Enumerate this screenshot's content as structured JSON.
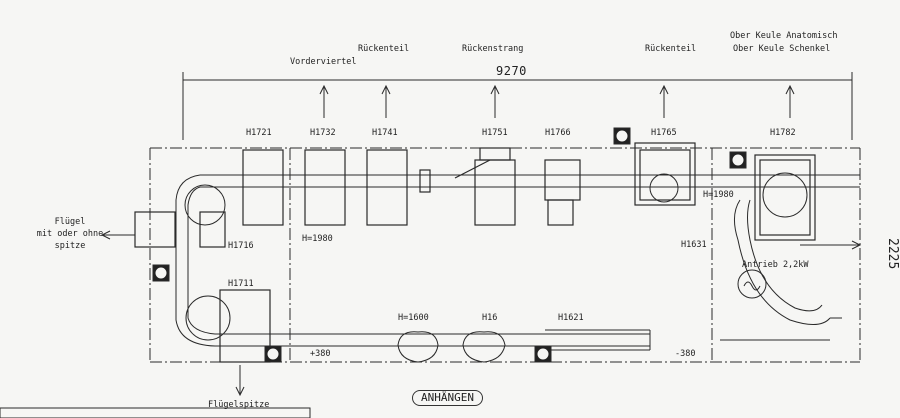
{
  "top_labels": [
    "Rückenteil",
    "Rückenstrang",
    "Vorderviertel",
    "Rückenteil",
    "Ober Keule Anatomisch",
    "Ober Keule Schenkel"
  ],
  "overall_dimension": "9270",
  "stations": [
    "H1721",
    "H1732",
    "H1741",
    "H1751",
    "H1766",
    "H1765",
    "H1782",
    "H1716",
    "H1711",
    "H1631",
    "H1621",
    "H16"
  ],
  "heights": [
    "H=1980",
    "H=1980",
    "H=1600"
  ],
  "side_notes": [
    "Flügel",
    "mit oder ohne",
    "spitze"
  ],
  "drive_label": "Antrieb 2,2kW",
  "offsets": [
    "+380",
    "-380"
  ],
  "bottom_note": "Flügelspitze",
  "stamp_label": "ANHÄNGEN",
  "edge_number": "2225"
}
